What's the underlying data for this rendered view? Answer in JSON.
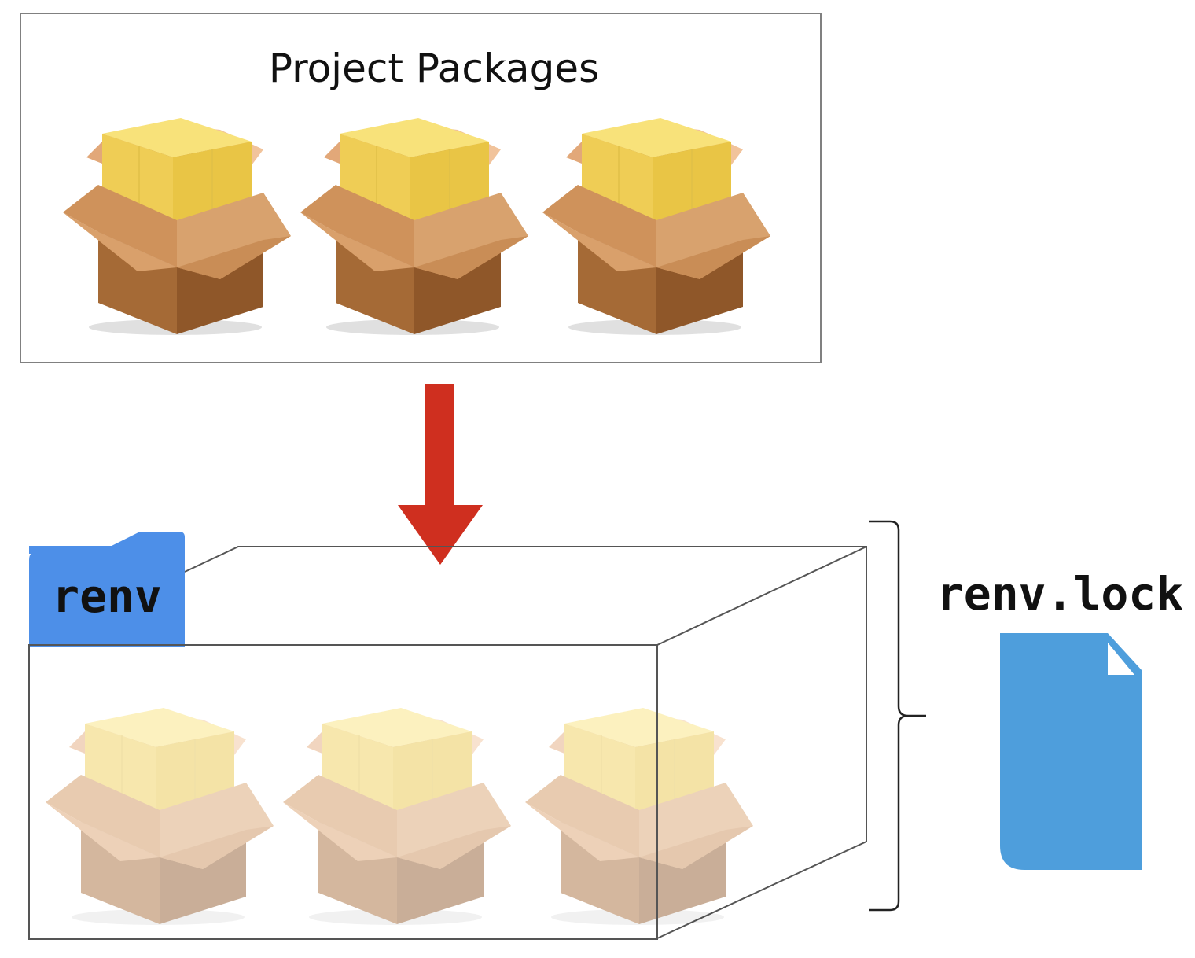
{
  "source_box": {
    "title": "Project Packages",
    "package_icon": "package-box-icon",
    "package_count": 3
  },
  "arrow": {
    "icon": "arrow-down-icon",
    "color": "#cf2f1f"
  },
  "library_folder": {
    "label": "renv",
    "folder_tab_color": "#4d8fe8",
    "package_icon": "package-box-icon",
    "package_count": 3,
    "package_opacity": 0.5
  },
  "lockfile": {
    "label": "renv.lock",
    "icon": "document-file-icon",
    "color": "#4e9edc"
  },
  "bracket": {
    "icon": "curly-brace-icon"
  }
}
